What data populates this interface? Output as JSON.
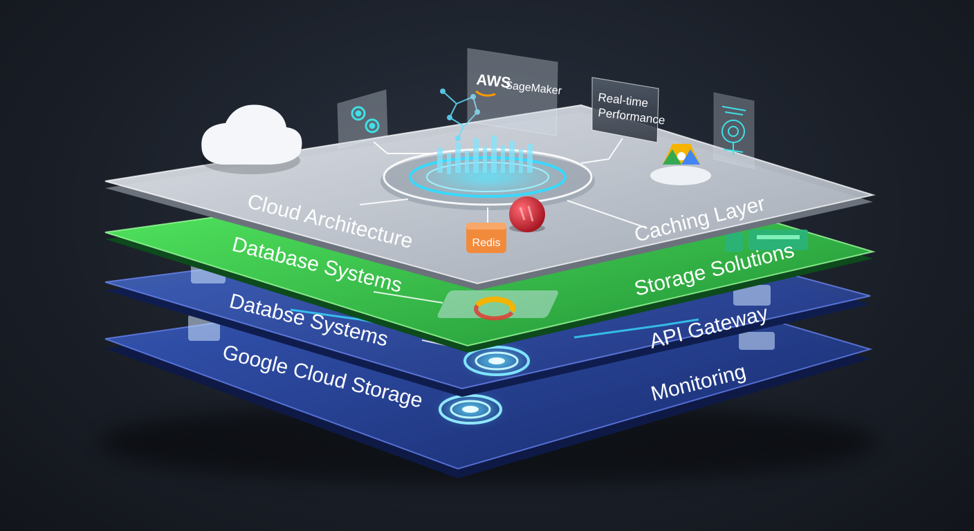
{
  "diagram": {
    "layers": [
      {
        "id": "layer-1",
        "left_label": "Cloud Architecture",
        "right_label": "Caching Layer"
      },
      {
        "id": "layer-2",
        "left_label": "Database Systems",
        "right_label": "Storage Solutions"
      },
      {
        "id": "layer-3",
        "left_label": "Databse Systems",
        "right_label": "API Gateway"
      },
      {
        "id": "layer-4",
        "left_label": "Google Cloud Storage",
        "right_label": "Monitoring"
      }
    ],
    "cards": {
      "sagemaker": {
        "line1": "AWS",
        "line2": "SageMaker"
      },
      "performance": {
        "line1": "Real-time",
        "line2": "Performance"
      }
    },
    "badges": {
      "redis": "Redis"
    },
    "icons": [
      "cloud-icon",
      "gear-cluster-icon",
      "circuit-icon",
      "network-icon",
      "google-cloud-icon",
      "target-icon",
      "chip-icon"
    ],
    "colors": {
      "background": "#1b2029",
      "top_layer": "#c9ced6",
      "green_layer": "#3fd84f",
      "blue_layer": "#2f55b8",
      "cyan_glow": "#35d6ff",
      "redis_orange": "#e8742a",
      "red_ball": "#d82a3a"
    }
  }
}
